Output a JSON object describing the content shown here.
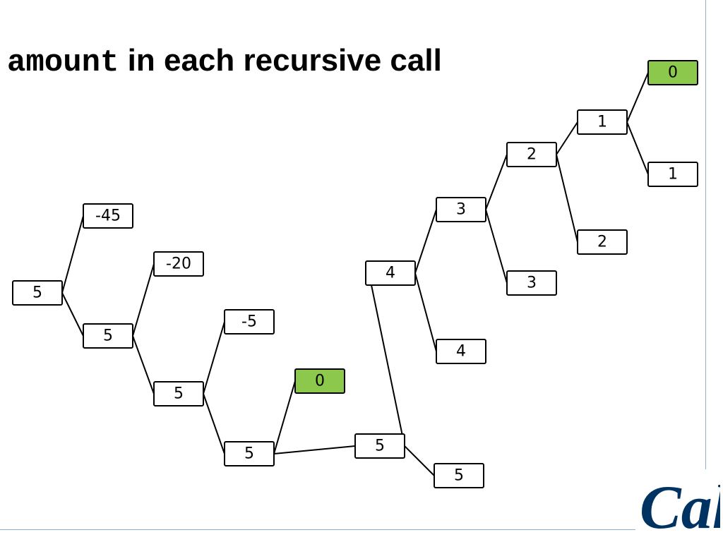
{
  "title": {
    "code": "amount",
    "rest": " in each recursive call"
  },
  "logo": {
    "text": "Cal",
    "color": "#003262"
  },
  "colors": {
    "base_case": "#8cc84b",
    "node": "#ffffff",
    "edge": "#000000"
  },
  "nodes": [
    {
      "id": "n1",
      "value": "5",
      "highlight": false
    },
    {
      "id": "n2",
      "value": "-45",
      "highlight": false
    },
    {
      "id": "n3",
      "value": "5",
      "highlight": false
    },
    {
      "id": "n4",
      "value": "-20",
      "highlight": false
    },
    {
      "id": "n5",
      "value": "5",
      "highlight": false
    },
    {
      "id": "n6",
      "value": "-5",
      "highlight": false
    },
    {
      "id": "n7",
      "value": "5",
      "highlight": false
    },
    {
      "id": "n8",
      "value": "0",
      "highlight": true
    },
    {
      "id": "n9",
      "value": "5",
      "highlight": false
    },
    {
      "id": "n10",
      "value": "4",
      "highlight": false
    },
    {
      "id": "n11",
      "value": "5",
      "highlight": false
    },
    {
      "id": "n12",
      "value": "3",
      "highlight": false
    },
    {
      "id": "n13",
      "value": "4",
      "highlight": false
    },
    {
      "id": "n14",
      "value": "2",
      "highlight": false
    },
    {
      "id": "n15",
      "value": "3",
      "highlight": false
    },
    {
      "id": "n16",
      "value": "1",
      "highlight": false
    },
    {
      "id": "n17",
      "value": "2",
      "highlight": false
    },
    {
      "id": "n18",
      "value": "0",
      "highlight": true
    },
    {
      "id": "n19",
      "value": "1",
      "highlight": false
    }
  ],
  "edges": [
    [
      "n1",
      "n2"
    ],
    [
      "n1",
      "n3"
    ],
    [
      "n3",
      "n4"
    ],
    [
      "n3",
      "n5"
    ],
    [
      "n5",
      "n6"
    ],
    [
      "n5",
      "n7"
    ],
    [
      "n7",
      "n8"
    ],
    [
      "n7",
      "n9"
    ],
    [
      "n9",
      "n10"
    ],
    [
      "n9",
      "n11"
    ],
    [
      "n10",
      "n12"
    ],
    [
      "n10",
      "n13"
    ],
    [
      "n12",
      "n14"
    ],
    [
      "n12",
      "n15"
    ],
    [
      "n14",
      "n16"
    ],
    [
      "n14",
      "n17"
    ],
    [
      "n16",
      "n18"
    ],
    [
      "n16",
      "n19"
    ]
  ]
}
